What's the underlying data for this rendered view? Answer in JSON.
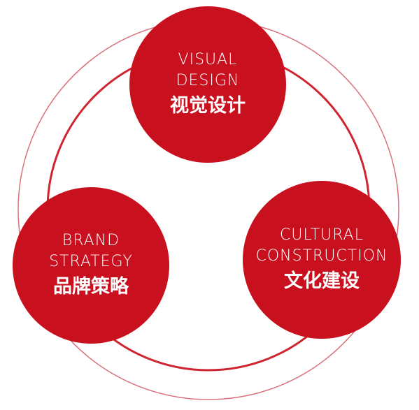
{
  "colors": {
    "accent": "#c8101e",
    "outer_ring": "#d9727c",
    "inner_ring": "#cf2531",
    "text": "#ffffff"
  },
  "nodes": [
    {
      "id": "visual-design",
      "en_lines": [
        "VISUAL",
        "DESIGN"
      ],
      "cn": "视觉设计"
    },
    {
      "id": "brand-strategy",
      "en_lines": [
        "BRAND",
        "STRATEGY"
      ],
      "cn": "品牌策略"
    },
    {
      "id": "cultural-construction",
      "en_lines": [
        "CULTURAL",
        "CONSTRUCTION"
      ],
      "cn": "文化建设"
    }
  ]
}
